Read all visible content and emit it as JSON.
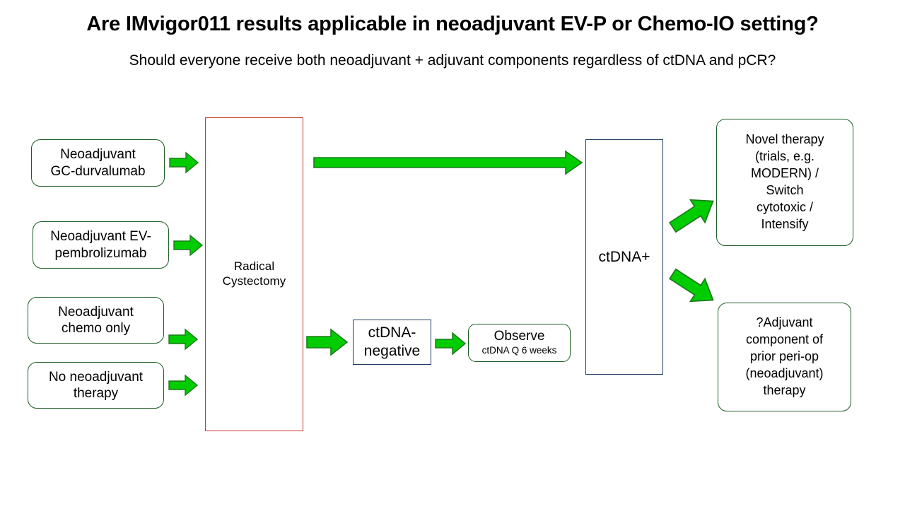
{
  "slide": {
    "title": "Are IMvigor011 results applicable in neoadjuvant EV-P or Chemo-IO setting?",
    "subtitle": "Should everyone receive both neoadjuvant + adjuvant components regardless of ctDNA and pCR?"
  },
  "colors": {
    "arrow_fill": "#00CC00",
    "arrow_stroke": "#1d7a1d",
    "green_border": "#1d5c25",
    "navy_border": "#1f3864",
    "red_border": "#c0392b",
    "text": "#000000",
    "background": "#ffffff"
  },
  "nodes": {
    "neoadjuvant_gc": {
      "line1": "Neoadjuvant",
      "line2": "GC-durvalumab"
    },
    "neoadjuvant_ev": {
      "line1": "Neoadjuvant EV-",
      "line2": "pembrolizumab"
    },
    "neoadjuvant_chemo": {
      "line1": "Neoadjuvant",
      "line2": "chemo only"
    },
    "no_neoadjuvant": {
      "line1": "No neoadjuvant",
      "line2": "therapy"
    },
    "radical_cystectomy": {
      "line1": "Radical",
      "line2": "Cystectomy"
    },
    "ctdna_negative": {
      "line1": "ctDNA-",
      "line2": "negative"
    },
    "observe": {
      "main": "Observe",
      "sub": "ctDNA Q 6 weeks"
    },
    "ctdna_positive": {
      "label": "ctDNA+"
    },
    "novel_therapy": {
      "line1": "Novel therapy",
      "line2": "(trials, e.g.",
      "line3": "MODERN) /",
      "line4": "Switch",
      "line5": "cytotoxic /",
      "line6": "Intensify"
    },
    "adjuvant_component": {
      "line1": "?Adjuvant",
      "line2": "component of",
      "line3": "prior peri-op",
      "line4": "(neoadjuvant)",
      "line5": "therapy"
    }
  },
  "arrows": {
    "gc_to_cystectomy": "arrow-right",
    "ev_to_cystectomy": "arrow-right",
    "chemo_to_cystectomy": "arrow-right",
    "none_to_cystectomy": "arrow-right",
    "cystectomy_to_ctdna_positive": "arrow-right-long",
    "cystectomy_to_ctdna_negative": "arrow-right",
    "ctdna_negative_to_observe": "arrow-right",
    "ctdna_positive_to_novel": "arrow-diagonal-up-right",
    "ctdna_positive_to_adjuvant": "arrow-diagonal-down-right"
  }
}
